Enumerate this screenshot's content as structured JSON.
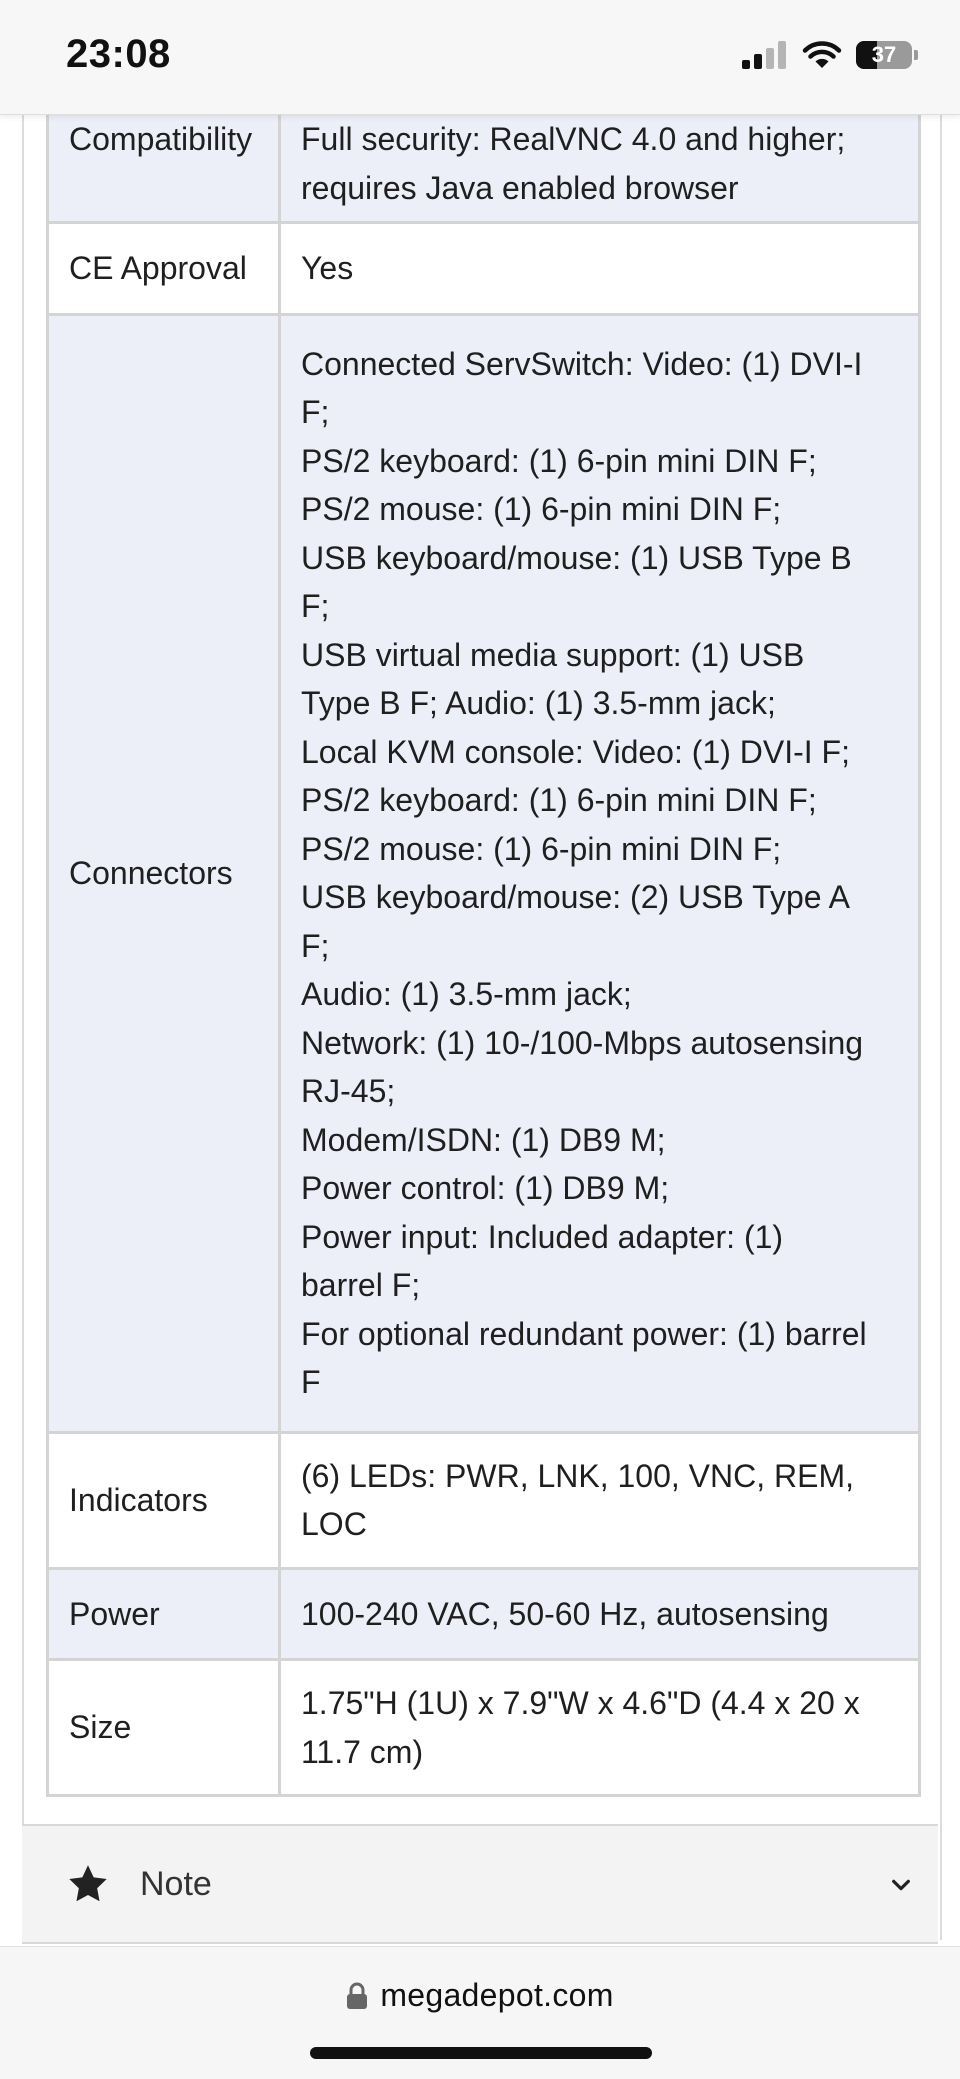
{
  "status_bar": {
    "time": "23:08",
    "battery_level": "37",
    "battery_fraction": 0.37
  },
  "spec_table": {
    "rows": [
      {
        "label": "Compatibility",
        "lines": [
          "Full security: RealVNC 4.0 and higher;",
          "requires Java enabled browser"
        ]
      },
      {
        "label": "CE Approval",
        "lines": [
          "Yes"
        ]
      },
      {
        "label": "Connectors",
        "lines": [
          "Connected ServSwitch: Video: (1) DVI-I",
          "F;",
          "PS/2 keyboard: (1) 6-pin mini DIN F;",
          "PS/2 mouse: (1) 6-pin mini DIN F;",
          "USB keyboard/mouse: (1) USB Type B",
          "F;",
          "USB virtual media support: (1) USB",
          "Type B F; Audio: (1) 3.5-mm jack;",
          "Local KVM console: Video: (1) DVI-I F;",
          "PS/2 keyboard: (1) 6-pin mini DIN F;",
          "PS/2 mouse: (1) 6-pin mini DIN F;",
          "USB keyboard/mouse: (2) USB Type A",
          "F;",
          "Audio: (1) 3.5-mm jack;",
          "Network: (1) 10-/100-Mbps autosensing",
          "RJ-45;",
          "Modem/ISDN: (1) DB9 M;",
          "Power control: (1) DB9 M;",
          "Power input: Included adapter: (1)",
          "barrel F;",
          "For optional redundant power: (1) barrel",
          "F"
        ]
      },
      {
        "label": "Indicators",
        "lines": [
          "(6) LEDs: PWR, LNK, 100, VNC, REM,",
          "LOC"
        ]
      },
      {
        "label": "Power",
        "lines": [
          "100-240 VAC, 50-60 Hz, autosensing"
        ]
      },
      {
        "label": "Size",
        "lines": [
          "1.75\"H (1U) x 7.9\"W x 4.6\"D (4.4 x 20 x",
          "11.7 cm)"
        ]
      }
    ]
  },
  "note_section": {
    "label": "Note"
  },
  "browser": {
    "url": "megadepot.com"
  },
  "icons": {
    "signal": "cellular-signal-icon",
    "wifi": "wifi-icon",
    "battery": "battery-icon",
    "star": "star-icon",
    "chevron": "chevron-down-icon",
    "lock": "lock-icon"
  }
}
